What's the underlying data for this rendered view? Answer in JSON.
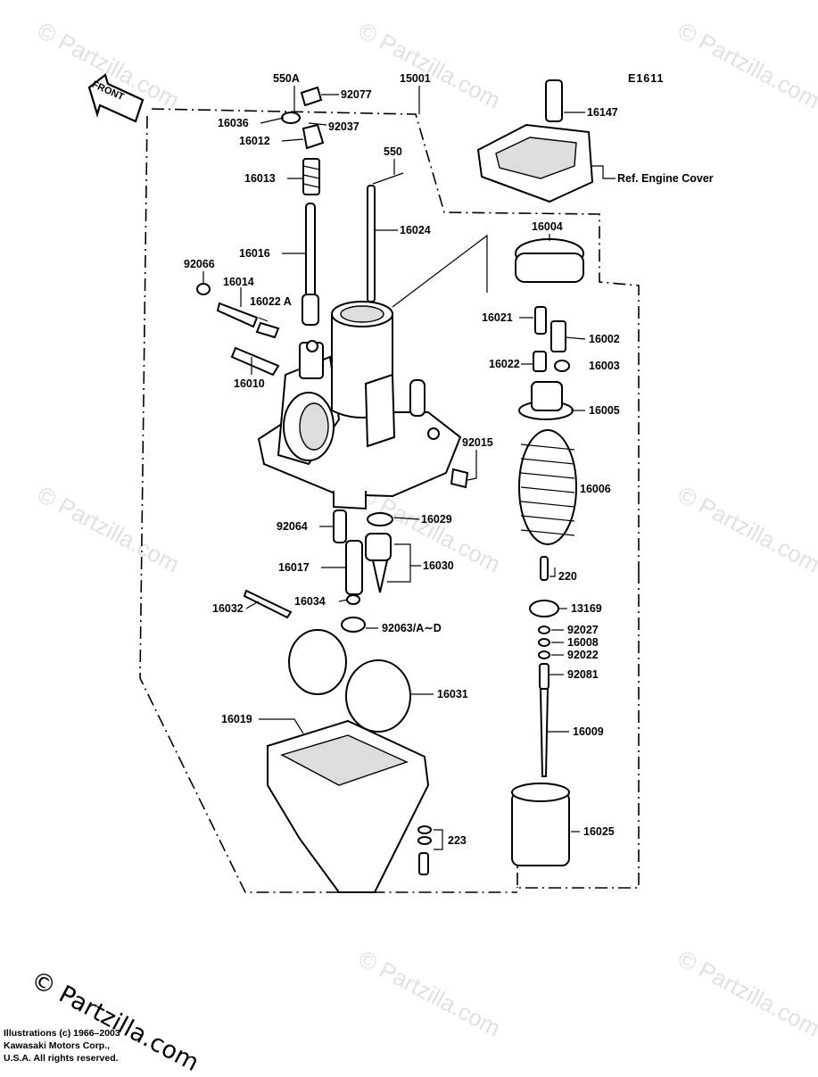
{
  "diagram_code": "E1611",
  "front_label": "FRONT",
  "watermark": "© Partzilla.com",
  "logo_text": "© Partzilla.com",
  "copyright_lines": [
    "Illustrations (c) 1966–2003",
    "Kawasaki Motors Corp.,",
    "U.S.A.  All rights reserved."
  ],
  "parts": [
    {
      "id": "p550A",
      "text": "550A"
    },
    {
      "id": "p92077",
      "text": "92077"
    },
    {
      "id": "p15001",
      "text": "15001"
    },
    {
      "id": "p16036",
      "text": "16036"
    },
    {
      "id": "p92037",
      "text": "92037"
    },
    {
      "id": "p16012",
      "text": "16012"
    },
    {
      "id": "p16013",
      "text": "16013"
    },
    {
      "id": "p550",
      "text": "550"
    },
    {
      "id": "p16024",
      "text": "16024"
    },
    {
      "id": "p16016",
      "text": "16016"
    },
    {
      "id": "p92066",
      "text": "92066"
    },
    {
      "id": "p16014",
      "text": "16014"
    },
    {
      "id": "p16022A",
      "text": "16022 A"
    },
    {
      "id": "p16010",
      "text": "16010"
    },
    {
      "id": "p92015",
      "text": "92015"
    },
    {
      "id": "p92064",
      "text": "92064"
    },
    {
      "id": "p16029",
      "text": "16029"
    },
    {
      "id": "p16017",
      "text": "16017"
    },
    {
      "id": "p16030",
      "text": "16030"
    },
    {
      "id": "p16034",
      "text": "16034"
    },
    {
      "id": "p16032",
      "text": "16032"
    },
    {
      "id": "p92063",
      "text": "92063/A∼D"
    },
    {
      "id": "p16031",
      "text": "16031"
    },
    {
      "id": "p16019",
      "text": "16019"
    },
    {
      "id": "p223",
      "text": "223"
    },
    {
      "id": "p16147",
      "text": "16147"
    },
    {
      "id": "pref",
      "text": "Ref.  Engine Cover"
    },
    {
      "id": "p16004",
      "text": "16004"
    },
    {
      "id": "p16021",
      "text": "16021"
    },
    {
      "id": "p16002",
      "text": "16002"
    },
    {
      "id": "p16022",
      "text": "16022"
    },
    {
      "id": "p16003",
      "text": "16003"
    },
    {
      "id": "p16005",
      "text": "16005"
    },
    {
      "id": "p16006",
      "text": "16006"
    },
    {
      "id": "p220",
      "text": "220"
    },
    {
      "id": "p13169",
      "text": "13169"
    },
    {
      "id": "p92027",
      "text": "92027"
    },
    {
      "id": "p16008",
      "text": "16008"
    },
    {
      "id": "p92022",
      "text": "92022"
    },
    {
      "id": "p92081",
      "text": "92081"
    },
    {
      "id": "p16009",
      "text": "16009"
    },
    {
      "id": "p16025",
      "text": "16025"
    }
  ]
}
